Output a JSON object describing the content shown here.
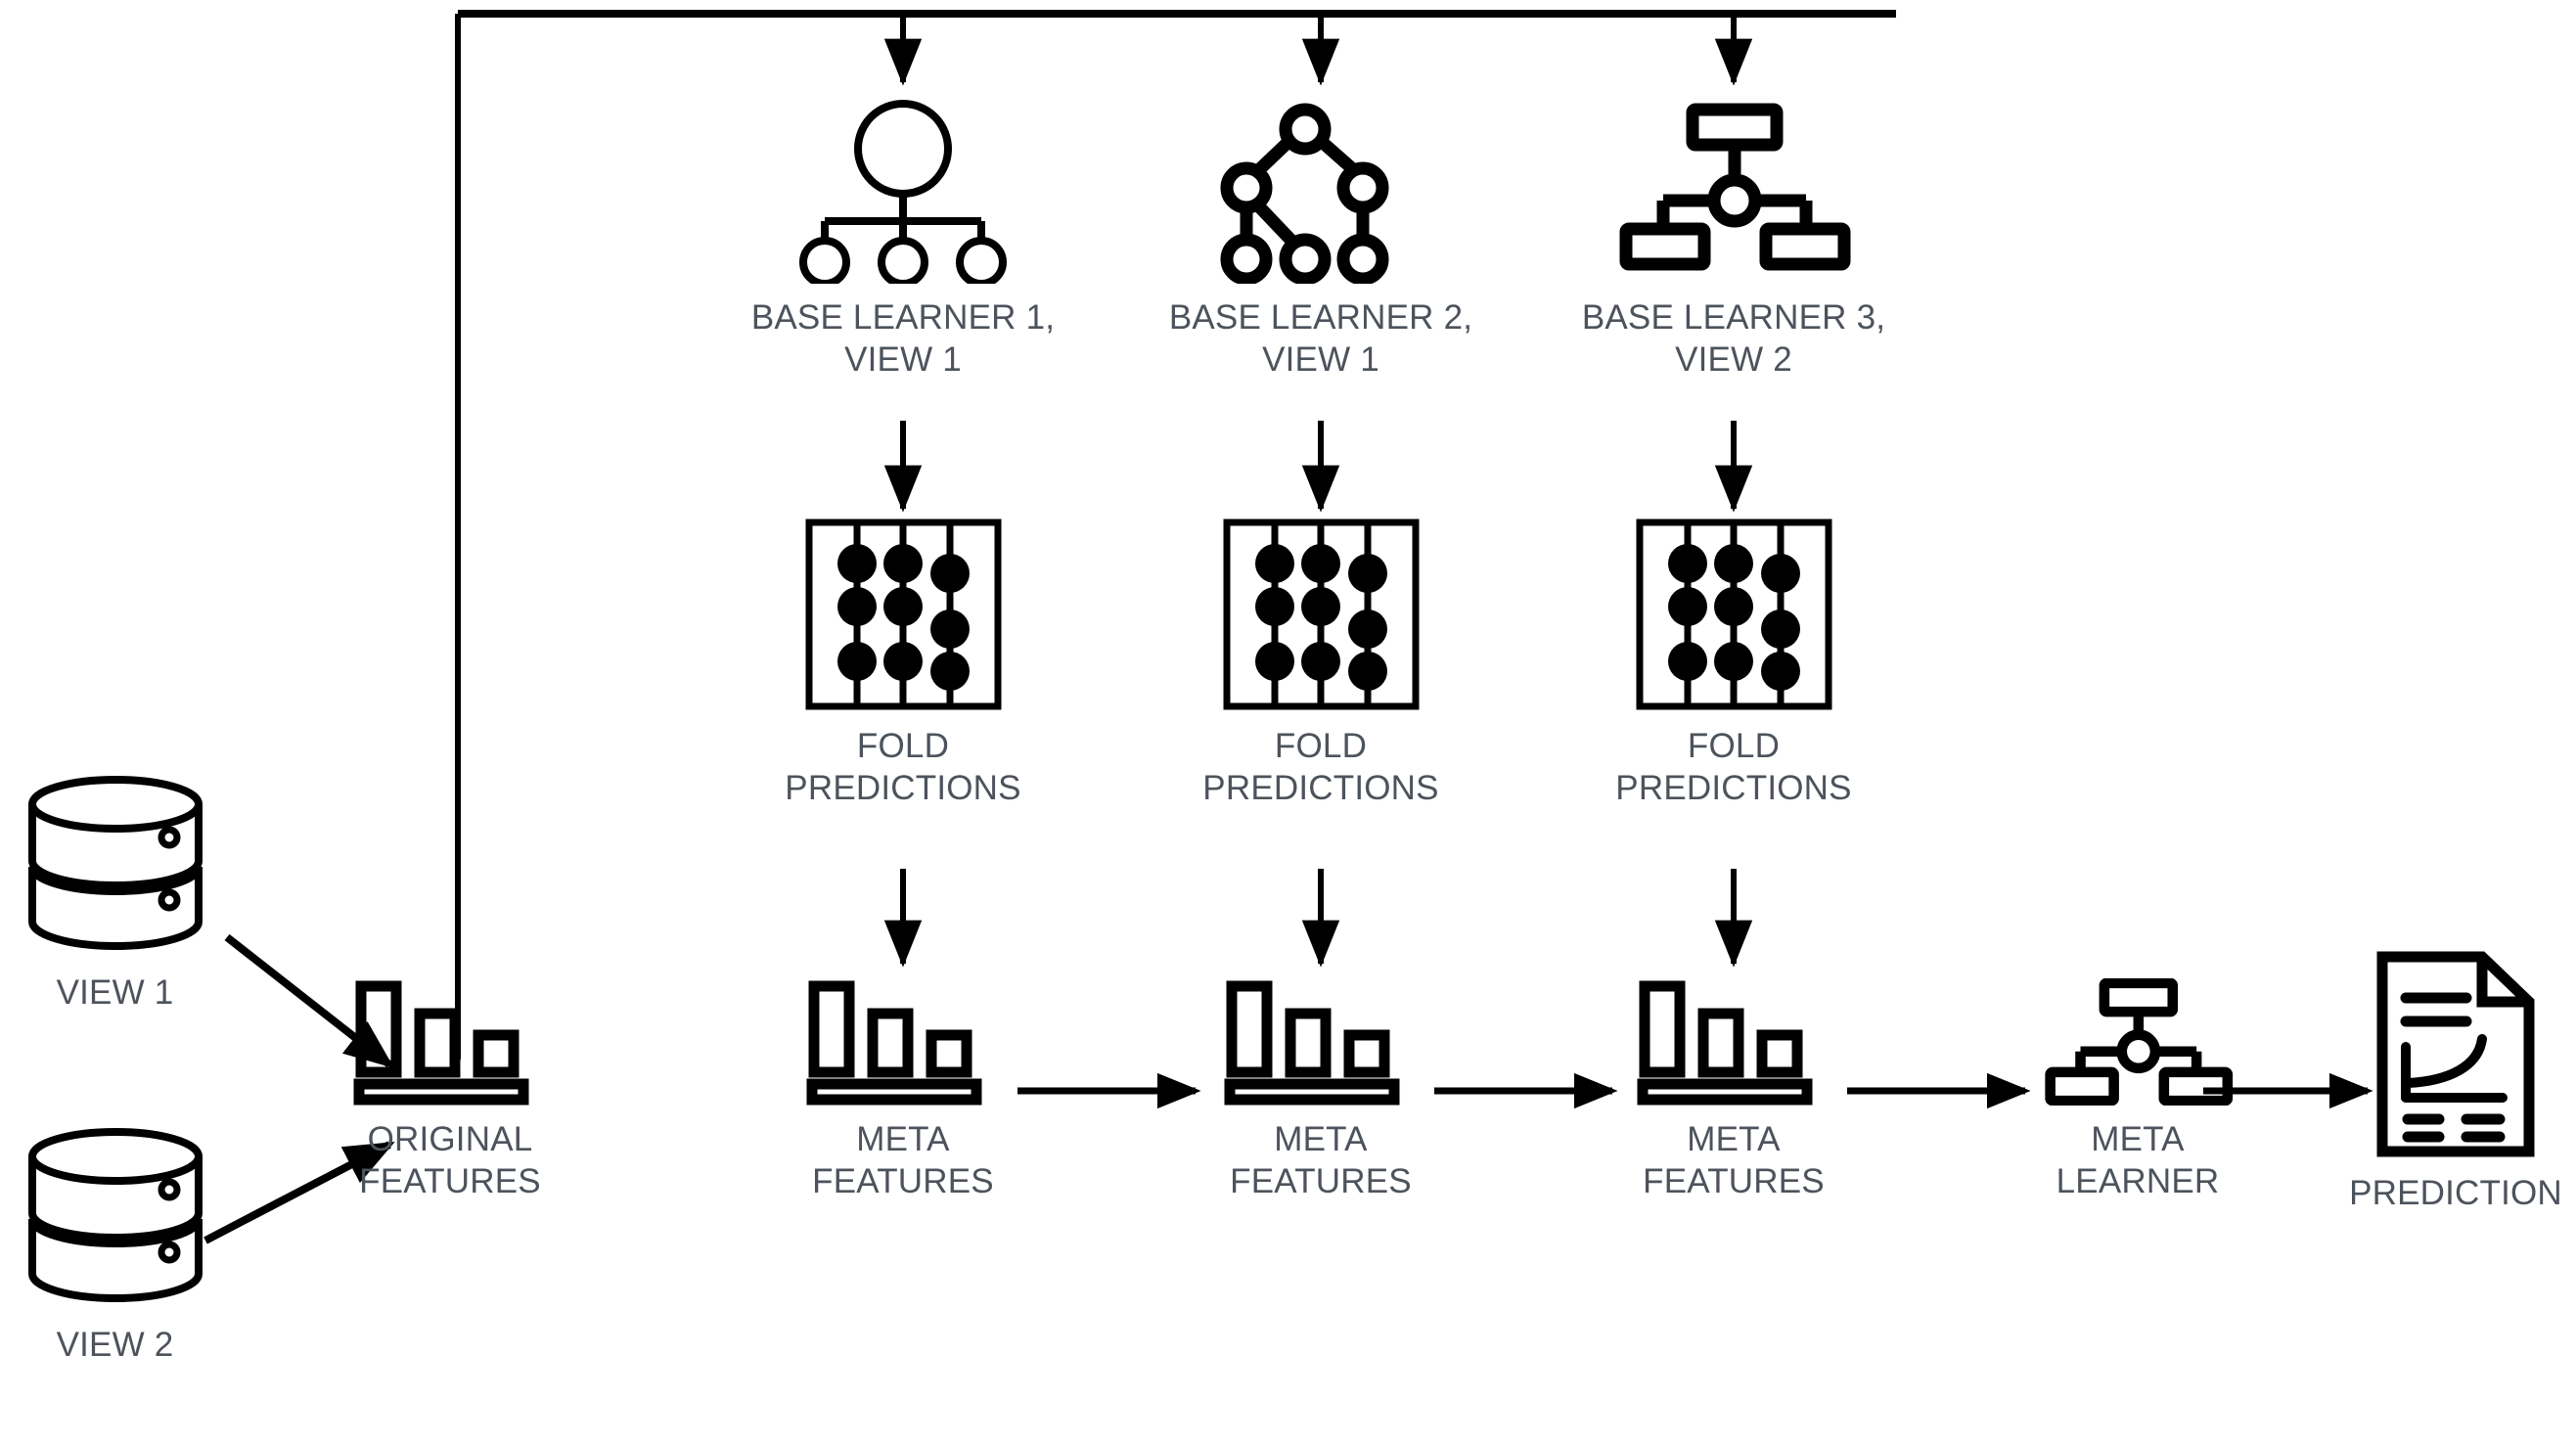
{
  "diagram": {
    "title": "Multi-view stacking ensemble pipeline",
    "text_color": "#4d535c",
    "stroke_color": "#000000",
    "background": "#ffffff"
  },
  "sources": [
    {
      "id": "view-1",
      "label": "VIEW 1",
      "icon": "database-cylinder-icon"
    },
    {
      "id": "view-2",
      "label": "VIEW 2",
      "icon": "database-cylinder-icon"
    }
  ],
  "original_features": {
    "label": "ORIGINAL\nFEATURES",
    "icon": "bar-chart-icon"
  },
  "base_learners": [
    {
      "id": "base-learner-1",
      "label": "BASE LEARNER 1,\nVIEW 1",
      "icon": "neural-network-icon"
    },
    {
      "id": "base-learner-2",
      "label": "BASE LEARNER 2,\nVIEW 1",
      "icon": "decision-tree-icon"
    },
    {
      "id": "base-learner-3",
      "label": "BASE LEARNER 3,\nVIEW 2",
      "icon": "hierarchy-network-icon"
    }
  ],
  "fold_predictions": [
    {
      "id": "fold-predictions-1",
      "label": "FOLD\nPREDICTIONS",
      "icon": "abacus-icon"
    },
    {
      "id": "fold-predictions-2",
      "label": "FOLD\nPREDICTIONS",
      "icon": "abacus-icon"
    },
    {
      "id": "fold-predictions-3",
      "label": "FOLD\nPREDICTIONS",
      "icon": "abacus-icon"
    }
  ],
  "meta_features": [
    {
      "id": "meta-features-1",
      "label": "META\nFEATURES",
      "icon": "bar-chart-icon"
    },
    {
      "id": "meta-features-2",
      "label": "META\nFEATURES",
      "icon": "bar-chart-icon"
    },
    {
      "id": "meta-features-3",
      "label": "META\nFEATURES",
      "icon": "bar-chart-icon"
    }
  ],
  "meta_learner": {
    "label": "META\nLEARNER",
    "icon": "hierarchy-network-icon"
  },
  "prediction": {
    "label": "PREDICTION",
    "icon": "report-document-icon"
  }
}
